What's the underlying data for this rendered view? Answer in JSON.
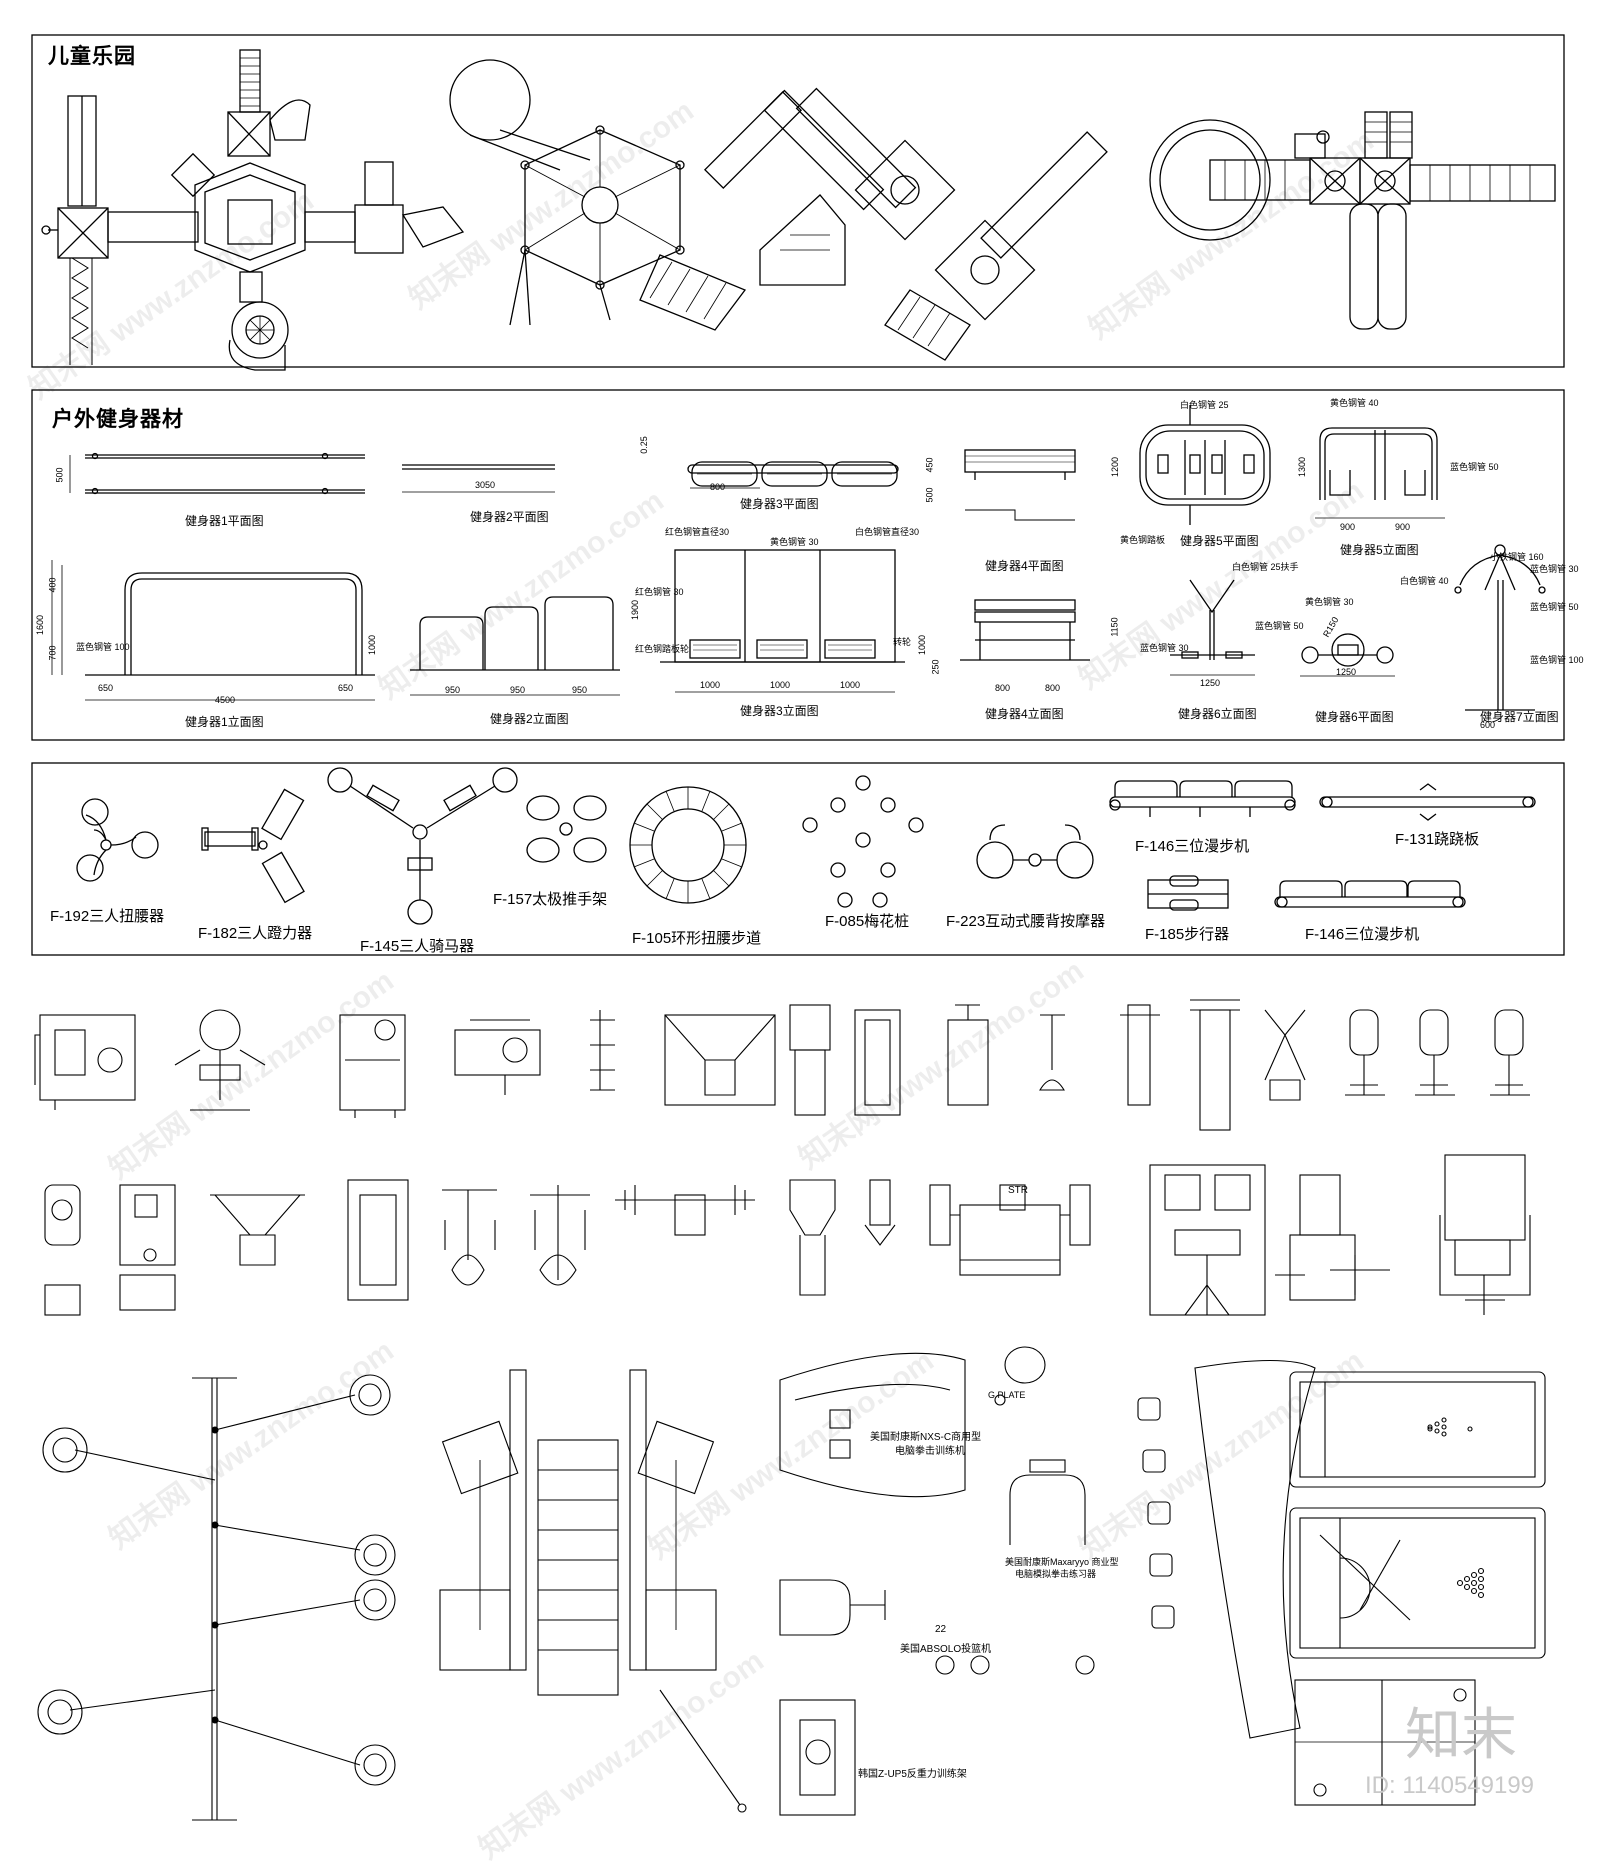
{
  "sections": {
    "playground_title": "儿童乐园",
    "fitness_title": "户外健身器材"
  },
  "fitness_labels": {
    "m1_plan": "健身器1平面图",
    "m1_elev": "健身器1立面图",
    "m2_plan": "健身器2平面图",
    "m2_elev": "健身器2立面图",
    "m3_plan": "健身器3平面图",
    "m3_elev": "健身器3立面图",
    "m4_plan": "健身器4平面图",
    "m4_elev": "健身器4立面图",
    "m5_plan": "健身器5平面图",
    "m5_elev": "健身器5立面图",
    "m6_elev": "健身器6立面图",
    "m6_plan": "健身器6平面图",
    "m7_elev": "健身器7立面图"
  },
  "dimensions": {
    "d500": "500",
    "d3050": "3050",
    "d800": "800",
    "d025": "0.25",
    "d450": "450",
    "d1200": "1200",
    "d1300": "1300",
    "d900a": "900",
    "d900b": "900",
    "d1600": "1600",
    "d400": "400",
    "d700": "700",
    "d650a": "650",
    "d4500": "4500",
    "d650b": "650",
    "d1000a": "1000",
    "d950a": "950",
    "d950b": "950",
    "d950c": "950",
    "d1900": "1900",
    "d1000b": "1000",
    "d1000c": "1000",
    "d1000d": "1000",
    "d1000e": "1000",
    "d250": "250",
    "d800b": "800",
    "d800c": "800",
    "d1150": "1150",
    "d1250a": "1250",
    "d1250b": "1250",
    "d600": "600",
    "dR150": "R150"
  },
  "notes": {
    "white25": "白色钢管 25",
    "yellow40": "黄色钢管 40",
    "blue50": "蓝色钢管 50",
    "yellow_pedal": "黄色钢踏板",
    "red100": "蓝色钢管 100",
    "yellow30": "黄色钢管 30",
    "white_arm": "白色钢管 25扶手",
    "blue50b": "蓝色钢管 50",
    "blue30": "蓝色钢管 30",
    "small160": "小铁钢管 160",
    "m7_a": "蓝色钢管 30",
    "m7_b": "白色钢管 40",
    "m7_c": "蓝色钢管 50",
    "m7_d": "蓝色钢管 100",
    "m3_top": "红色钢管直径30",
    "m3_mid": "黄色钢管 30",
    "m3_right": "白色钢管直径30",
    "m3_left": "红色钢管 30",
    "m3_bot": "红色钢踏板轮",
    "m3_turn": "转轮"
  },
  "equipment_captions": {
    "f192": "F-192三人扭腰器",
    "f182": "F-182三人蹬力器",
    "f145": "F-145三人骑马器",
    "f157": "F-157太极推手架",
    "f105": "F-105环形扭腰步道",
    "f085": "F-085梅花桩",
    "f223": "F-223互动式腰背按摩器",
    "f146a": "F-146三位漫步机",
    "f131": "F-131跷跷板",
    "f185": "F-185步行器",
    "f146b": "F-146三位漫步机"
  },
  "gym_notes": {
    "nxs": "美国耐康斯NXS-C商用型",
    "nxs2": "电脑拳击训练机",
    "gplate": "G PLATE",
    "massage1": "美国耐康斯Maxaryyo 商业型",
    "massage2": "电脑模拟拳击练习器",
    "absolo": "美国ABSOLO投篮机",
    "num22": "22",
    "zup": "韩国Z-UP5反重力训练架",
    "str": "STR"
  },
  "branding": {
    "watermark": "知末网 www.znzmo.com",
    "logo": "知末",
    "id": "ID: 1140549199"
  }
}
